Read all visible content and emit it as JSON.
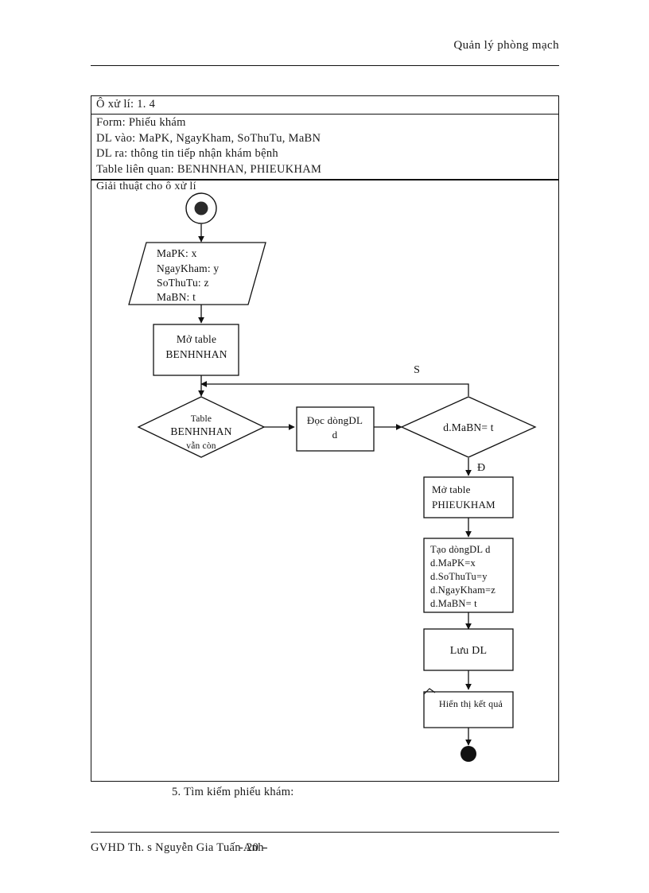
{
  "document": {
    "header_title": "Quản lý phòng mạch",
    "caption": "5. Tìm kiếm phiếu khám:",
    "footer_left": "GVHD Th. s Nguyễn Gia Tuấn Anh-",
    "footer_page": "- 20 -",
    "ink_color": "#111111",
    "page_background": "#ffffff"
  },
  "spec_table": {
    "title": "Ô xử lí: 1. 4",
    "lines": [
      "Form: Phiếu khám",
      "DL vào: MaPK, NgayKham, SoThuTu,  MaBN",
      "DL ra: thông tin tiếp nhận khám bệnh",
      "Table liên quan: BENHNHAN, PHIEUKHAM"
    ],
    "algorithm_label": "Giải thuật cho ô xử lí"
  },
  "flowchart": {
    "type": "flowchart",
    "nodes": [
      {
        "id": "start",
        "shape": "start-circle",
        "text": ""
      },
      {
        "id": "input",
        "shape": "parallelogram",
        "lines": [
          "MaPK: x",
          "NgayKham: y",
          "SoThuTu: z",
          "MaBN: t"
        ]
      },
      {
        "id": "open-benhnhan",
        "shape": "process",
        "lines": [
          "Mở table",
          "BENHNHAN"
        ]
      },
      {
        "id": "table-has-rows",
        "shape": "decision",
        "lines": [
          "Table",
          "BENHNHAN",
          "vẫn còn"
        ]
      },
      {
        "id": "read-row",
        "shape": "process",
        "lines": [
          "Đọc dòngDL",
          "d"
        ]
      },
      {
        "id": "check-mabn",
        "shape": "decision",
        "lines": [
          "d.MaBN= t"
        ]
      },
      {
        "id": "open-phieukham",
        "shape": "process",
        "lines": [
          "Mở table",
          "PHIEUKHAM"
        ]
      },
      {
        "id": "create-row",
        "shape": "process",
        "lines": [
          "Tạo dòngDL  d",
          "d.MaPK=x",
          "d.SoThuTu=y",
          "d.NgayKham=z",
          "d.MaBN= t"
        ]
      },
      {
        "id": "save",
        "shape": "process",
        "lines": [
          "Lưu DL"
        ]
      },
      {
        "id": "show-result",
        "shape": "display",
        "lines": [
          "Hiển thị kết quả"
        ]
      },
      {
        "id": "end",
        "shape": "end-circle",
        "text": ""
      }
    ],
    "branch_labels": {
      "false_loop": "S",
      "true_down": "Đ"
    }
  }
}
